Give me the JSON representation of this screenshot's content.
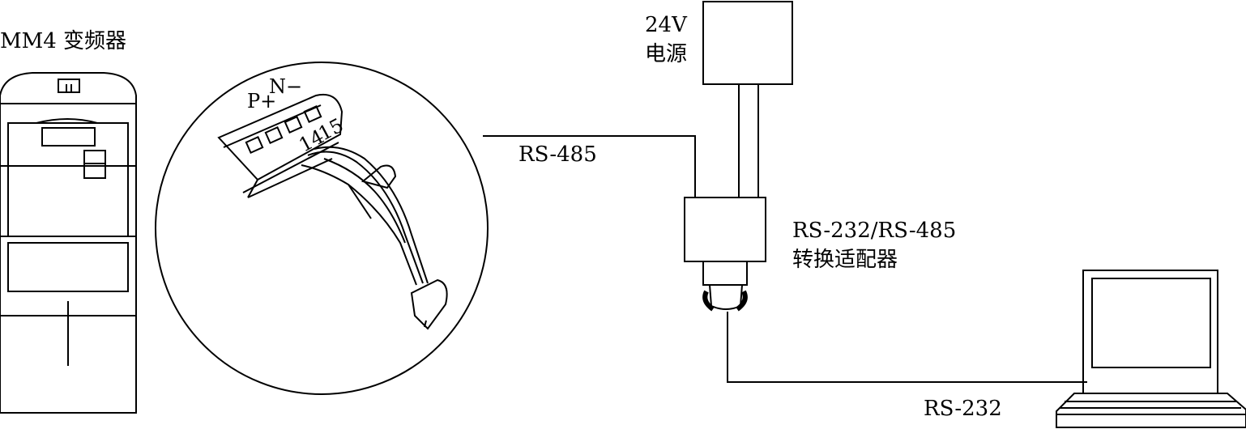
{
  "labels": {
    "inverter": "MM4 变频器",
    "power_line1": "24V",
    "power_line2": "电源",
    "rs485": "RS-485",
    "adapter_line1": "RS-232/RS-485",
    "adapter_line2": "转换适配器",
    "rs232": "RS-232",
    "terminal_p": "P+",
    "terminal_n": "N−",
    "terminal_14": "14",
    "terminal_15": "15"
  },
  "colors": {
    "line": "#000000",
    "background": "#ffffff"
  }
}
